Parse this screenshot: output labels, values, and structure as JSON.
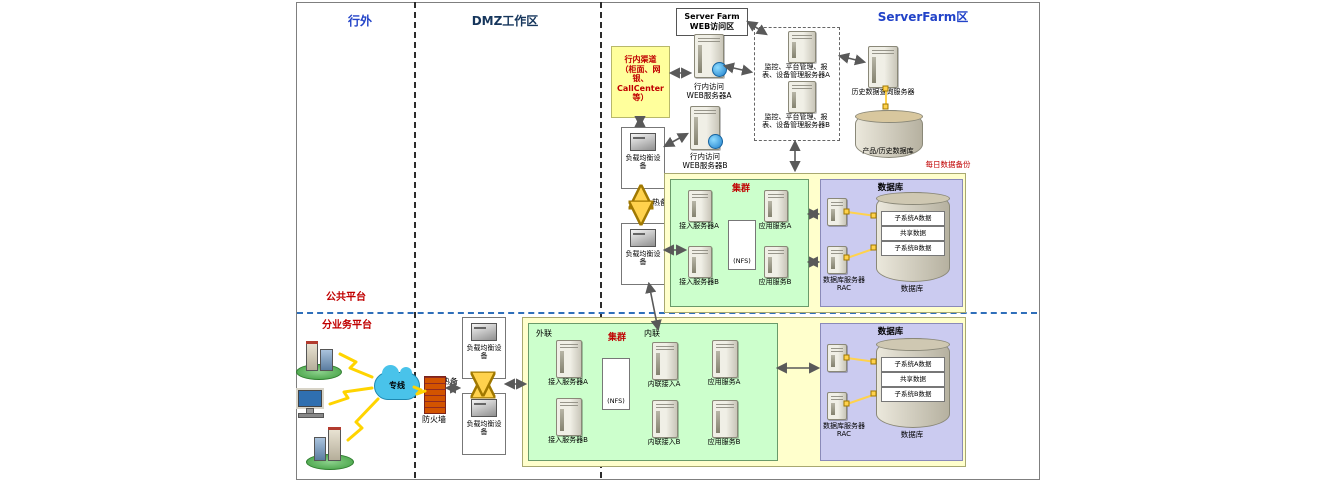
{
  "zones": {
    "outside": "行外",
    "dmz": "DMZ工作区",
    "serverfarm": "ServerFarm区",
    "public_platform": "公共平台",
    "sub_business_platform": "分业务平台"
  },
  "web_access_zone": {
    "title": "Server Farm\nWEB访问区",
    "server_a": "行内访问\nWEB服务器A",
    "server_b": "行内访问\nWEB服务器B"
  },
  "channel": {
    "label": "行内渠道\n（柜面、网银、\nCallCenter等）"
  },
  "dmz_top": {
    "lb1": "负载均衡设备",
    "lb2": "负载均衡设备",
    "hot_standby": "热备"
  },
  "management_zone": {
    "server_a": "监控、平台管理、报\n表、设备管理服务器A",
    "server_b": "监控、平台管理、报\n表、设备管理服务器B",
    "history_server": "历史数据查询服务器",
    "history_db": "产品/历史数据库",
    "daily_backup": "每日数据备份"
  },
  "cluster_top": {
    "title": "集群",
    "access_server_a": "接入服务器A",
    "access_server_b": "接入服务器B",
    "nfs": "(NFS)",
    "app_server_a": "应用服务A",
    "app_server_b": "应用服务B"
  },
  "database_top": {
    "title": "数据库",
    "rac_label": "数据库服务器\nRAC",
    "cylinder_label": "数据库",
    "segments": [
      "子系统A数据",
      "共享数据",
      "子系统B数据"
    ]
  },
  "cluster_bottom": {
    "title": "集群",
    "external": "外联",
    "internal": "内联",
    "access_server_a": "接入服务器A",
    "access_server_b": "接入服务器B",
    "nfs": "(NFS)",
    "internal_access_a": "内联接入A",
    "internal_access_b": "内联接入B",
    "app_server_a": "应用服务A",
    "app_server_b": "应用服务B"
  },
  "database_bottom": {
    "title": "数据库",
    "rac_label": "数据库服务器\nRAC",
    "cylinder_label": "数据库",
    "segments": [
      "子系统A数据",
      "共享数据",
      "子系统B数据"
    ]
  },
  "access_edge": {
    "wan": "专线",
    "firewall": "防火墙",
    "lb1": "负载均衡设备",
    "lb2": "负载均衡设备",
    "hot_standby": "热备"
  },
  "colors": {
    "panel_yellow": "#FFFFCC",
    "cluster_green": "#CCFFCC",
    "database_purple": "#CBCBF0",
    "highlight_red": "#C00000",
    "zone_blue": "#2243C8",
    "connector_yellow": "#FFD24D"
  }
}
